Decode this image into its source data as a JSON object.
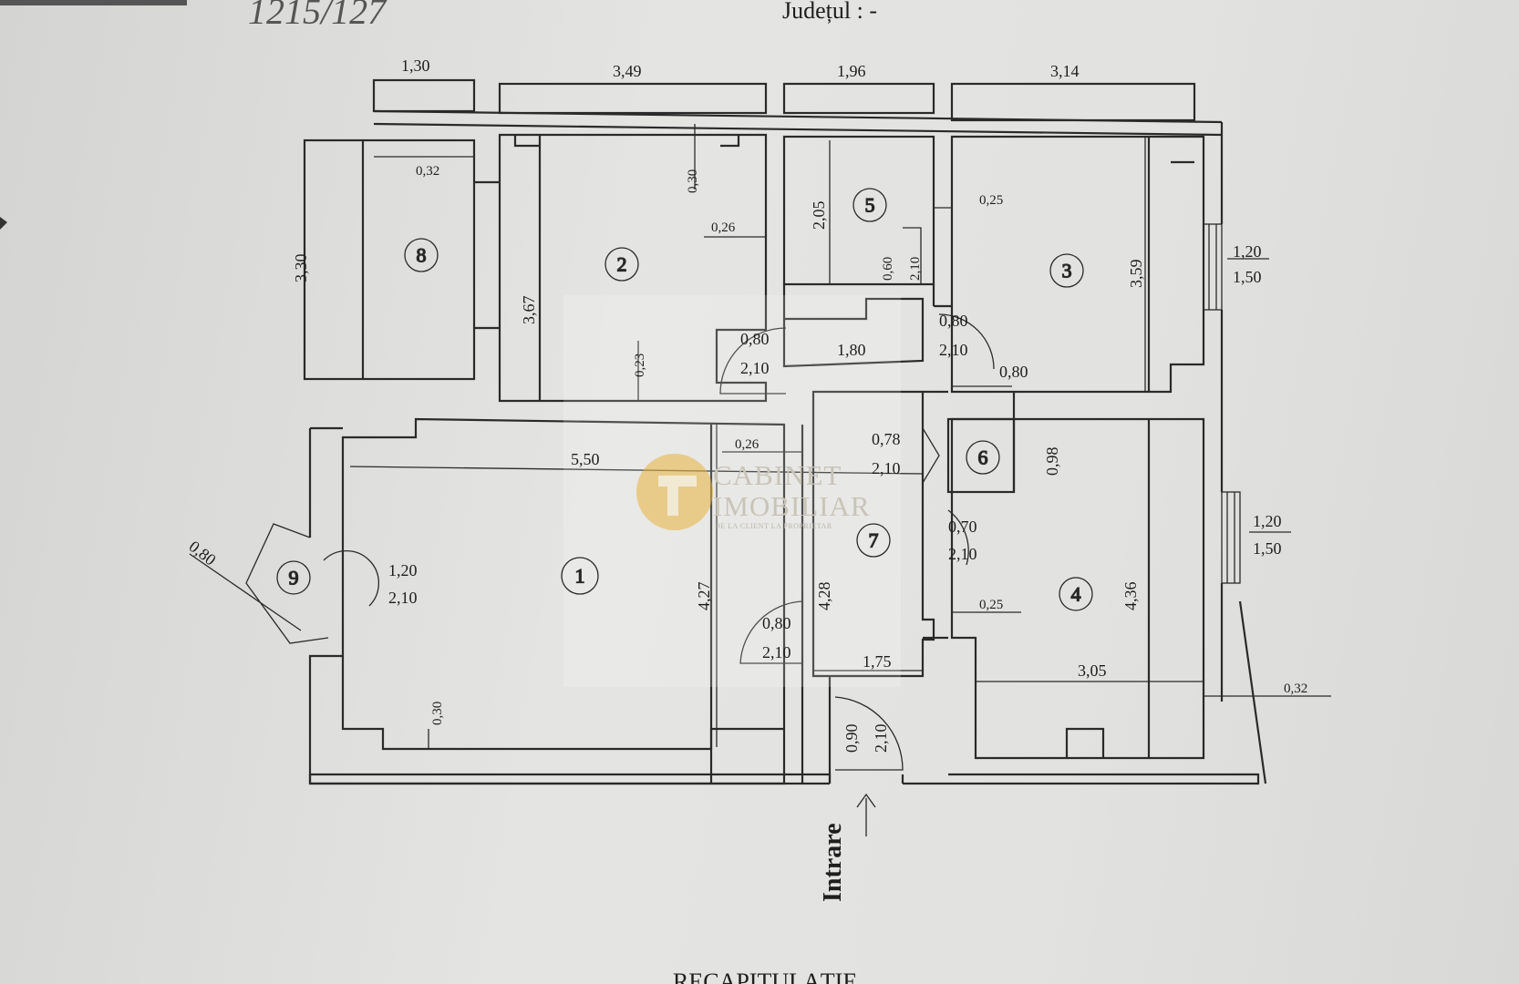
{
  "header": {
    "county_label": "Județul : -",
    "handwritten": "1215/127",
    "bottom_text": "RECAPITULAȚIE"
  },
  "entrance_label": "Intrare",
  "watermark": {
    "brand_line1": "CABINET",
    "brand_line2": "IMOBILIAR",
    "tagline": "DE LA CLIENT LA PROPRIETAR",
    "accent": "#e8b23a"
  },
  "rooms": [
    "1",
    "2",
    "3",
    "4",
    "5",
    "6",
    "7",
    "8",
    "9"
  ],
  "dims": {
    "top_8_width": "1,30",
    "top_2_width": "3,49",
    "top_5_width": "1,96",
    "top_3_width": "3,14",
    "r8_height": "3,30",
    "r8_wall": "0,32",
    "r2_height": "3,67",
    "r2_wall_top": "0,30",
    "r2_wall_right": "0,26",
    "r2_wall_bottom": "0,23",
    "r5_height": "2,05",
    "r5_door_w": "0,60",
    "r5_door_h": "2,10",
    "r3_wall": "0,25",
    "r3_height": "3,59",
    "win3_w": "1,20",
    "win3_h": "1,50",
    "door2_w": "0,80",
    "door2_h": "2,10",
    "hall_width": "1,80",
    "door3_w": "0,80",
    "door3_h": "2,10",
    "r3_door_gap": "0,80",
    "r1_width": "5,50",
    "r1_wall_right": "0,26",
    "r1_height": "4,27",
    "r1_wall_bottom": "0,30",
    "door6_w": "0,78",
    "door6_h": "2,10",
    "r6_height": "0,98",
    "door4_w": "0,70",
    "door4_h": "2,10",
    "r4_wall": "0,25",
    "r4_height": "4,36",
    "r4_width": "3,05",
    "r4_outer_wall": "0,32",
    "win4_w": "1,20",
    "win4_h": "1,50",
    "r7_height": "4,28",
    "door1_w": "0,80",
    "door1_h": "2,10",
    "r7_width": "1,75",
    "main_door_w": "0,90",
    "main_door_h": "2,10",
    "balcony_door_w": "1,20",
    "balcony_door_h": "2,10",
    "balcony_diag": "0,80"
  }
}
